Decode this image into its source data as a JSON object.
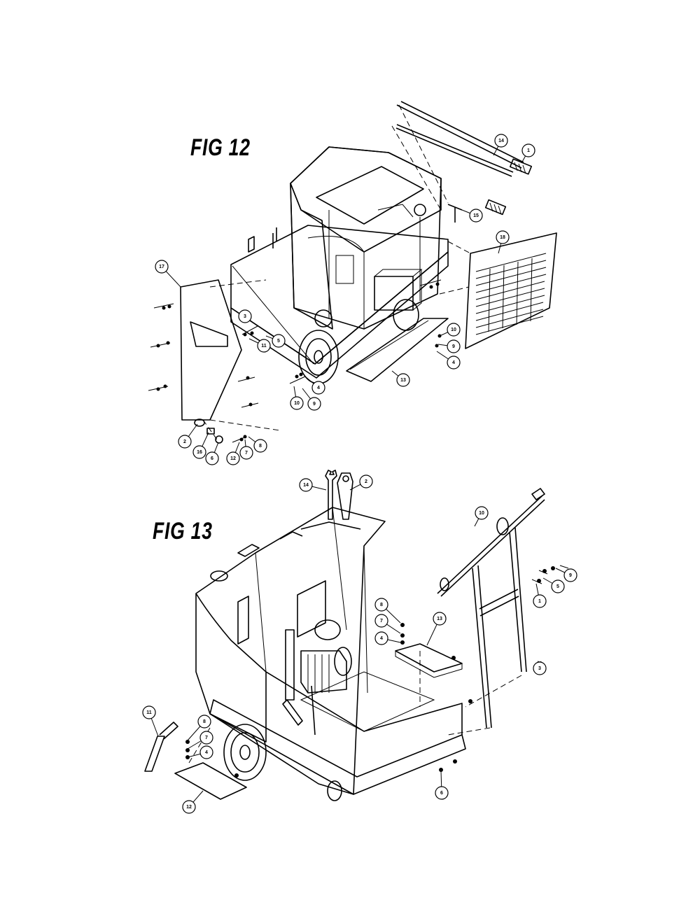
{
  "figures": [
    {
      "id": "fig12",
      "title": "FIG 12",
      "callouts": [
        {
          "label": "14"
        },
        {
          "label": "1"
        },
        {
          "label": "15"
        },
        {
          "label": "18"
        },
        {
          "label": "17"
        },
        {
          "label": "3"
        },
        {
          "label": "11"
        },
        {
          "label": "5"
        },
        {
          "label": "10"
        },
        {
          "label": "9"
        },
        {
          "label": "4"
        },
        {
          "label": "13"
        },
        {
          "label": "4"
        },
        {
          "label": "10"
        },
        {
          "label": "9"
        },
        {
          "label": "2"
        },
        {
          "label": "16"
        },
        {
          "label": "6"
        },
        {
          "label": "12"
        },
        {
          "label": "7"
        },
        {
          "label": "8"
        }
      ]
    },
    {
      "id": "fig13",
      "title": "FIG 13",
      "callouts": [
        {
          "label": "14"
        },
        {
          "label": "2"
        },
        {
          "label": "10"
        },
        {
          "label": "9"
        },
        {
          "label": "5"
        },
        {
          "label": "1"
        },
        {
          "label": "8"
        },
        {
          "label": "7"
        },
        {
          "label": "4"
        },
        {
          "label": "13"
        },
        {
          "label": "3"
        },
        {
          "label": "11"
        },
        {
          "label": "8"
        },
        {
          "label": "7"
        },
        {
          "label": "4"
        },
        {
          "label": "12"
        },
        {
          "label": "6"
        }
      ]
    }
  ]
}
